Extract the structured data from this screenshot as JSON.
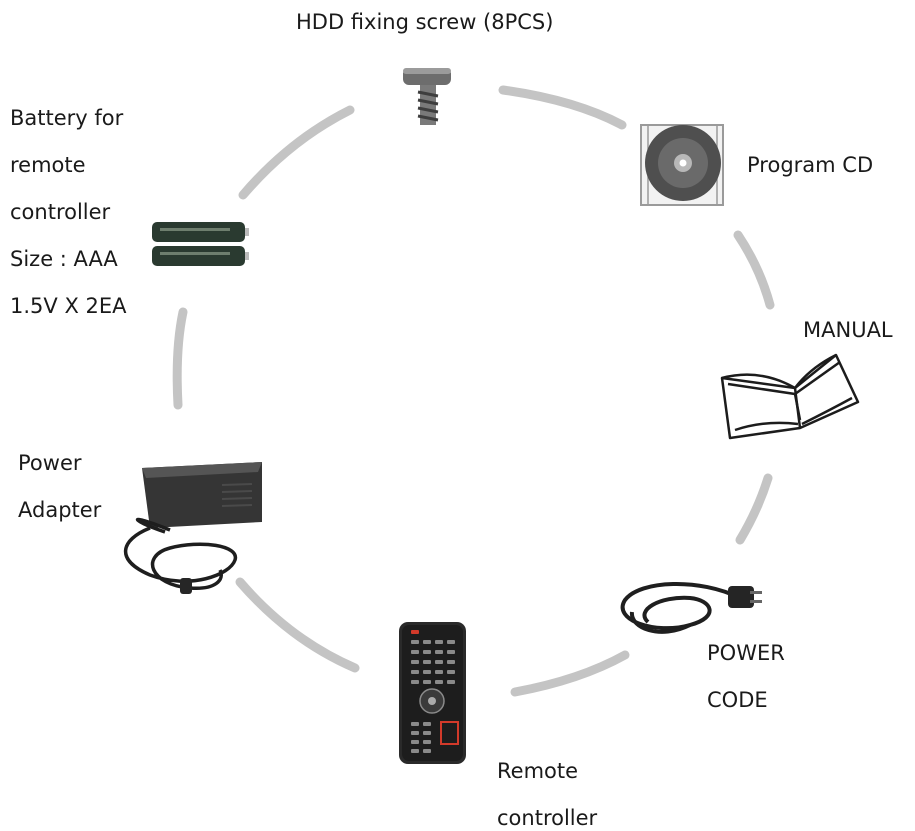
{
  "items": {
    "hdd_screw": {
      "lines": [
        "HDD fixing screw (8PCS)"
      ],
      "icon": "screw-icon"
    },
    "program_cd": {
      "lines": [
        "Program CD"
      ],
      "icon": "cd-icon"
    },
    "manual": {
      "lines": [
        "MANUAL"
      ],
      "icon": "open-book-icon"
    },
    "power_code": {
      "lines": [
        "POWER",
        "CODE"
      ],
      "icon": "power-cord-icon"
    },
    "remote_controller": {
      "lines": [
        "Remote",
        "controller"
      ],
      "icon": "remote-control-icon"
    },
    "power_adapter": {
      "lines": [
        "Power",
        "Adapter"
      ],
      "icon": "power-adapter-icon"
    },
    "battery": {
      "lines": [
        "Battery  for",
        "remote",
        "controller",
        "Size : AAA",
        "1.5V X 2EA"
      ],
      "icon": "aaa-battery-icon"
    }
  },
  "colors": {
    "ring": "#c4c4c4",
    "text": "#1a1a1a",
    "dark_device": "#2c2c2c",
    "remote_red": "#d23a2a",
    "battery_green": "#2a3a30"
  }
}
